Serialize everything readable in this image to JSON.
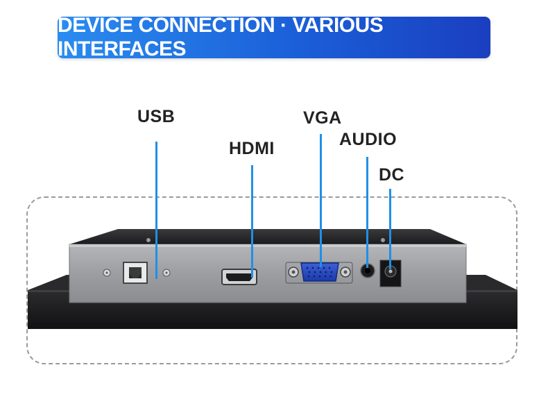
{
  "banner": {
    "title": "DEVICE CONNECTION · VARIOUS INTERFACES",
    "color_start": "#2a8cf0",
    "color_end": "#1a3fc0"
  },
  "ports": {
    "usb": "USB",
    "hdmi": "HDMI",
    "vga": "VGA",
    "audio": "AUDIO",
    "dc": "DC"
  },
  "accent_color": "#1e90e8"
}
